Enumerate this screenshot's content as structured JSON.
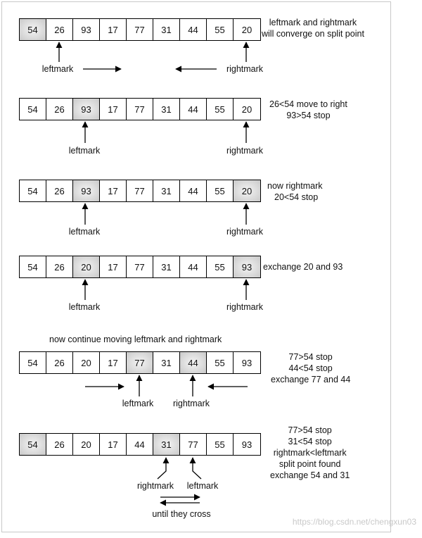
{
  "steps": [
    {
      "values": [
        "54",
        "26",
        "93",
        "17",
        "77",
        "31",
        "44",
        "55",
        "20"
      ],
      "highlight": [
        0
      ],
      "notes": [
        "leftmark and rightmark",
        "will converge on split point"
      ],
      "pointers": [
        {
          "label": "leftmark",
          "index": 1
        },
        {
          "label": "rightmark",
          "index": 8
        }
      ]
    },
    {
      "values": [
        "54",
        "26",
        "93",
        "17",
        "77",
        "31",
        "44",
        "55",
        "20"
      ],
      "highlight": [
        2
      ],
      "notes": [
        "26<54 move to right",
        "93>54 stop"
      ],
      "pointers": [
        {
          "label": "leftmark",
          "index": 2
        },
        {
          "label": "rightmark",
          "index": 8
        }
      ]
    },
    {
      "values": [
        "54",
        "26",
        "93",
        "17",
        "77",
        "31",
        "44",
        "55",
        "20"
      ],
      "highlight": [
        2,
        8
      ],
      "notes": [
        "now rightmark",
        "20<54 stop"
      ],
      "pointers": [
        {
          "label": "leftmark",
          "index": 2
        },
        {
          "label": "rightmark",
          "index": 8
        }
      ]
    },
    {
      "values": [
        "54",
        "26",
        "20",
        "17",
        "77",
        "31",
        "44",
        "55",
        "93"
      ],
      "highlight": [
        2,
        8
      ],
      "notes": [
        "exchange 20 and 93"
      ],
      "pointers": [
        {
          "label": "leftmark",
          "index": 2
        },
        {
          "label": "rightmark",
          "index": 8
        }
      ]
    },
    {
      "values": [
        "54",
        "26",
        "20",
        "17",
        "77",
        "31",
        "44",
        "55",
        "93"
      ],
      "highlight": [
        4,
        6
      ],
      "caption": "now continue moving leftmark and rightmark",
      "notes": [
        "77>54 stop",
        "44<54 stop",
        "exchange 77 and 44"
      ],
      "pointers": [
        {
          "label": "leftmark",
          "index": 4
        },
        {
          "label": "rightmark",
          "index": 6
        }
      ]
    },
    {
      "values": [
        "54",
        "26",
        "20",
        "17",
        "44",
        "31",
        "77",
        "55",
        "93"
      ],
      "highlight": [
        0,
        5
      ],
      "notes": [
        "77>54 stop",
        "31<54 stop",
        "rightmark<leftmark",
        "split point found",
        "exchange 54 and 31"
      ],
      "pointers": [
        {
          "label": "rightmark",
          "index": 5
        },
        {
          "label": "leftmark",
          "index": 6
        }
      ],
      "footer": "until they cross"
    }
  ],
  "watermark": "https://blog.csdn.net/chengxun03"
}
